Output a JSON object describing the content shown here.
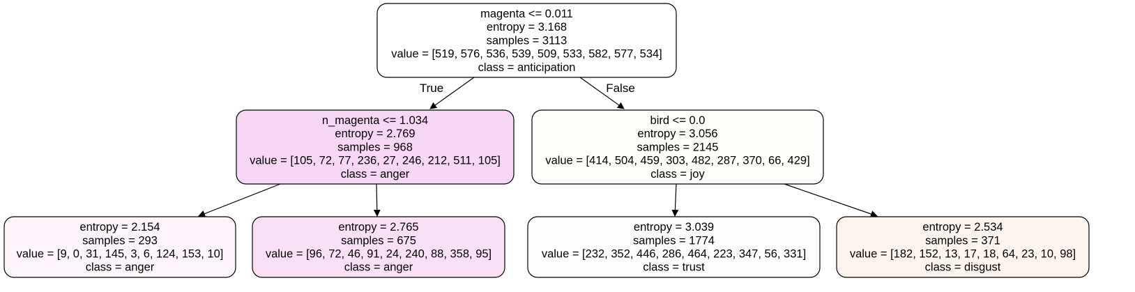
{
  "tree": {
    "nodes": [
      {
        "id": "root",
        "lines": [
          "magenta <= 0.011",
          "entropy = 3.168",
          "samples = 3113",
          "value = [519, 576, 536, 539, 509, 533, 582, 577, 534]",
          "class = anticipation"
        ],
        "fill": "#ffffff"
      },
      {
        "id": "left",
        "lines": [
          "n_magenta <= 1.034",
          "entropy = 2.769",
          "samples = 968",
          "value = [105, 72, 77, 236, 27, 246, 212, 511, 105]",
          "class = anger"
        ],
        "fill": "#f8d6f5"
      },
      {
        "id": "right",
        "lines": [
          "bird <= 0.0",
          "entropy = 3.056",
          "samples = 2145",
          "value = [414, 504, 459, 303, 482, 287, 370, 66, 429]",
          "class = joy"
        ],
        "fill": "#fdfdfa"
      },
      {
        "id": "ll",
        "lines": [
          "entropy = 2.154",
          "samples = 293",
          "value = [9, 0, 31, 145, 3, 6, 124, 153, 10]",
          "class = anger"
        ],
        "fill": "#fef5fc"
      },
      {
        "id": "lr",
        "lines": [
          "entropy = 2.765",
          "samples = 675",
          "value = [96, 72, 46, 91, 24, 240, 88, 358, 95]",
          "class = anger"
        ],
        "fill": "#f9e0f6"
      },
      {
        "id": "rl",
        "lines": [
          "entropy = 3.039",
          "samples = 1774",
          "value = [232, 352, 446, 286, 464, 223, 347, 56, 331]",
          "class = trust"
        ],
        "fill": "#fbfefc"
      },
      {
        "id": "rr",
        "lines": [
          "entropy = 2.534",
          "samples = 371",
          "value = [182, 152, 13, 17, 18, 64, 23, 10, 98]",
          "class = disgust"
        ],
        "fill": "#fdf4ee"
      }
    ],
    "edges": [
      {
        "from": "root",
        "to": "left",
        "label": "True"
      },
      {
        "from": "root",
        "to": "right",
        "label": "False"
      },
      {
        "from": "left",
        "to": "ll",
        "label": ""
      },
      {
        "from": "left",
        "to": "lr",
        "label": ""
      },
      {
        "from": "right",
        "to": "rl",
        "label": ""
      },
      {
        "from": "right",
        "to": "rr",
        "label": ""
      }
    ],
    "stroke_color": "#000000"
  }
}
